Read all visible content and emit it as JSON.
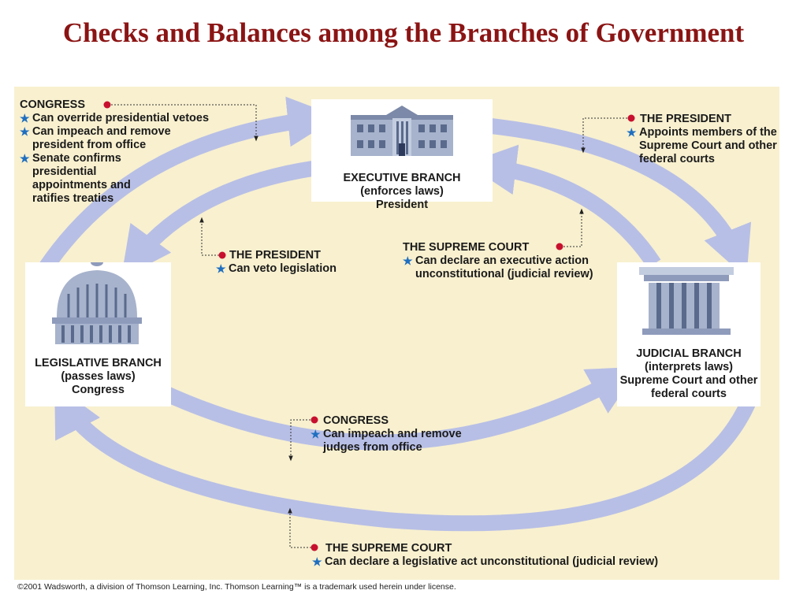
{
  "title": "Checks and Balances among the Branches of Government",
  "colors": {
    "title": "#8b1414",
    "panel": "#f8f0cf",
    "arrow": "#b8bfe6",
    "dot": "#c8102e",
    "star": "#1f6fc0"
  },
  "branches": {
    "executive": {
      "name": "EXECUTIVE BRANCH",
      "role": "(enforces laws)",
      "who": "President",
      "icon": "white-house-icon"
    },
    "legislative": {
      "name": "LEGISLATIVE BRANCH",
      "role": "(passes laws)",
      "who": "Congress",
      "icon": "capitol-dome-icon"
    },
    "judicial": {
      "name": "JUDICIAL BRANCH",
      "role": "(interprets laws)",
      "who": "Supreme Court and other federal courts",
      "icon": "courthouse-icon"
    }
  },
  "checks": {
    "congress_on_executive": {
      "heading": "CONGRESS",
      "items": [
        "Can override presidential vetoes",
        "Can impeach and remove president from office",
        "Senate confirms presidential appointments and ratifies treaties"
      ]
    },
    "president_on_judicial": {
      "heading": "THE PRESIDENT",
      "items": [
        "Appoints members of the Supreme Court and other federal courts"
      ]
    },
    "president_on_legislative": {
      "heading": "THE PRESIDENT",
      "items": [
        "Can veto legislation"
      ]
    },
    "court_on_executive": {
      "heading": "THE SUPREME COURT",
      "items": [
        "Can declare an executive action unconstitutional (judicial review)"
      ]
    },
    "congress_on_judicial": {
      "heading": "CONGRESS",
      "items": [
        "Can impeach and remove judges from office"
      ]
    },
    "court_on_legislative": {
      "heading": "THE SUPREME COURT",
      "items": [
        "Can declare a legislative act unconstitutional (judicial review)"
      ]
    }
  },
  "credit": "©2001 Wadsworth, a division of Thomson Learning, Inc. Thomson Learning™ is a trademark used herein under license."
}
